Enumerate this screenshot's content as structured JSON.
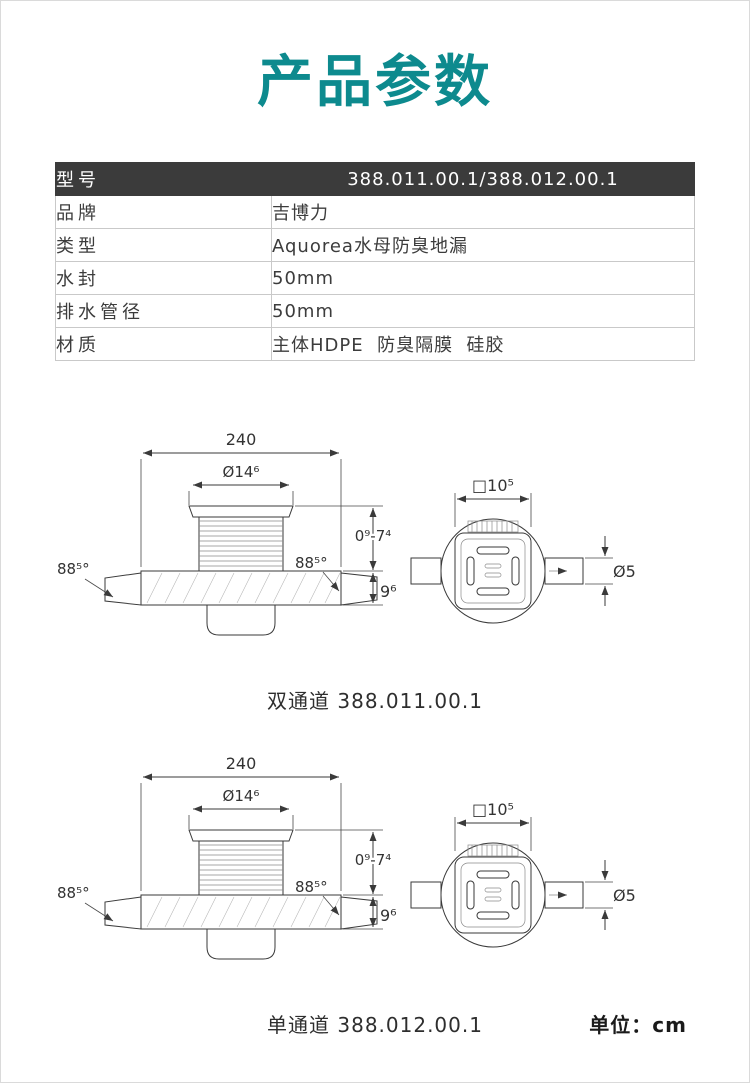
{
  "page": {
    "title": "产品参数",
    "unit_label": "单位：cm"
  },
  "table": {
    "header": {
      "label": "型号",
      "value": "388.011.00.1/388.012.00.1"
    },
    "rows": [
      {
        "label": "品牌",
        "value": "吉博力"
      },
      {
        "label": "类型",
        "value": "Aquorea水母防臭地漏"
      },
      {
        "label": "水封",
        "value": "50mm"
      },
      {
        "label": "排水管径",
        "value": "50mm"
      },
      {
        "label": "材质",
        "value": "主体HDPE  防臭隔膜  硅胶"
      }
    ]
  },
  "diagrams": [
    {
      "caption": "双通道 388.011.00.1",
      "dims": {
        "width": "240",
        "top_diameter": "Ø14⁶",
        "height_range": "0⁹-7⁴",
        "angle_left": "88⁵°",
        "angle_right": "88⁵°",
        "body_height": "9⁶",
        "grate_size": "□10⁵",
        "pipe_diameter": "Ø5"
      }
    },
    {
      "caption": "单通道 388.012.00.1",
      "dims": {
        "width": "240",
        "top_diameter": "Ø14⁶",
        "height_range": "0⁹-7⁴",
        "angle_left": "88⁵°",
        "angle_right": "88⁵°",
        "body_height": "9⁶",
        "grate_size": "□10⁵",
        "pipe_diameter": "Ø5"
      }
    }
  ],
  "colors": {
    "accent_teal": "#0d8a8e",
    "table_header_bg": "#3b3b3b",
    "table_border": "#c9c9c9"
  }
}
